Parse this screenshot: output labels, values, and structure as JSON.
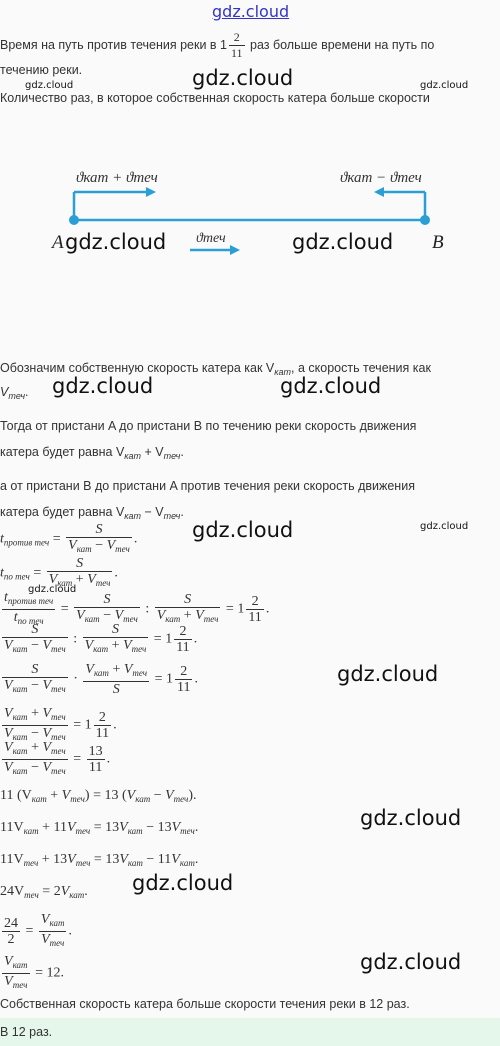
{
  "watermarks": {
    "top": "gdz.cloud",
    "big": "gdz.cloud",
    "small": "gdz.cloud"
  },
  "intro": {
    "line1_a": "Время на путь против течения реки в 1",
    "mixed_num": "2",
    "mixed_den": "11",
    "line1_b": " раз больше времени на путь по",
    "line2": "течению реки.",
    "line3": "Количество раз, в которое собственная скорость катера больше скорости"
  },
  "diagram": {
    "label_left_top": "ϑкат + ϑтеч",
    "label_right_top": "ϑкат − ϑтеч",
    "label_bottom": "ϑтеч",
    "point_a": "A",
    "point_b": "B"
  },
  "text": {
    "p1_a": "Обозначим собственную скорость катера как V",
    "p1_sub1": "кат",
    "p1_b": ", а скорость течения как",
    "p1_c": "V",
    "p1_sub2": "теч",
    "p1_d": ".",
    "p2_a": "Тогда от пристани A до пристани B по течению реки скорость движения",
    "p2_b": "катера будет равна V",
    "p2_sub1": "кат",
    "p2_c": " + V",
    "p2_sub2": "теч",
    "p2_d": ".",
    "p3_a": "а от пристани B до пристани A против течения реки скорость движения",
    "p3_b": "катера будет равна V",
    "p3_sub1": "кат",
    "p3_c": " − V",
    "p3_sub2": "теч",
    "p3_d": ".",
    "conclusion": "Собственная скорость катера больше скорости течения реки в 12 раз."
  },
  "formulas": {
    "t": "t",
    "sub_against": "против теч",
    "sub_with": "по теч",
    "S": "S",
    "V": "V",
    "kat": "кат",
    "tech": "теч",
    "one": "1",
    "two": "2",
    "eleven": "11",
    "thirteen": "13",
    "twelve": "12",
    "twentyfour": "24",
    "l9": "11 (V",
    "l10": "11V",
    "l11": "11V",
    "l12": "24V"
  },
  "answer": "В 12 раз."
}
